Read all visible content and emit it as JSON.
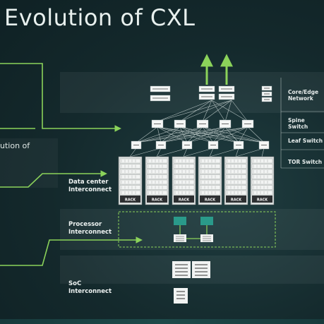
{
  "title": "Evolution of CXL",
  "side_text": "ution of",
  "tiers": {
    "core_edge": "Core/Edge\nNetwork",
    "spine": "Spine Switch",
    "leaf": "Leaf Switch",
    "tor": "TOR Switch"
  },
  "layers": {
    "datacenter": "Data center\nInterconnect",
    "processor": "Processor\nInterconnect",
    "soc": "SoC\nInterconnect"
  },
  "rack_label": "RACK",
  "colors": {
    "accent": "#8bd35a",
    "teal_node": "#2a9a8a",
    "band": "#ffffff"
  }
}
